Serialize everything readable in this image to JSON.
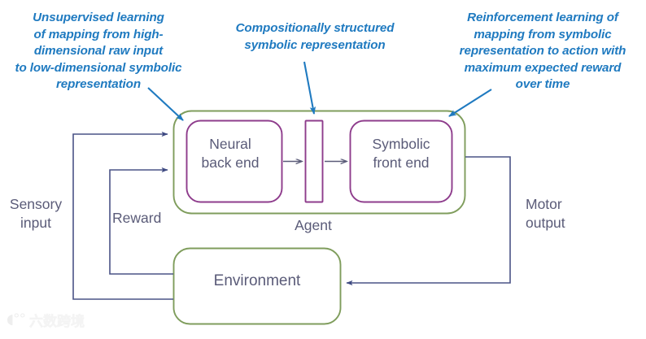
{
  "diagram": {
    "title_annotations": [
      {
        "name": "unsupervised-learning-annotation",
        "text": "Unsupervised learning\nof mapping from high-\ndimensional raw input\nto low-dimensional symbolic\nrepresentation"
      },
      {
        "name": "compositional-annotation",
        "text": "Compositionally structured\nsymbolic representation"
      },
      {
        "name": "reinforcement-learning-annotation",
        "text": "Reinforcement learning of\nmapping from symbolic\nrepresentation to action with\nmaximum expected reward\nover time"
      }
    ],
    "nodes": {
      "agent": "Agent",
      "neural_back_end": "Neural\nback end",
      "symbolic_front_end": "Symbolic\nfront end",
      "environment": "Environment"
    },
    "edges": {
      "sensory_input": "Sensory\ninput",
      "reward": "Reward",
      "motor_output": "Motor\noutput"
    },
    "colors": {
      "annotation_blue": "#1f7ac0",
      "agent_border_green": "#7f9d5c",
      "inner_border_purple": "#8e3c8c",
      "flow_line_navy": "#4a5386",
      "text_slate": "#5a5b78",
      "background": "#ffffff"
    },
    "watermark": {
      "mark": "◖°°",
      "text": "六数跨境"
    }
  }
}
